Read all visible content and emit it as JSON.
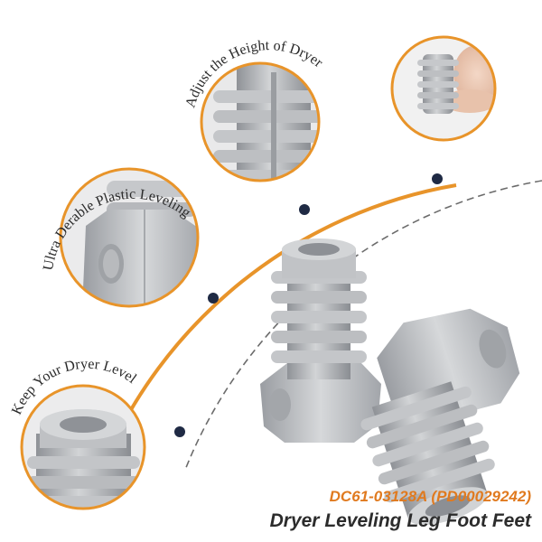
{
  "callouts": {
    "height": "Adjust the Height of Dryer",
    "durable": "Ultra Derable Plastic Leveling Leg",
    "level": "Keep Your Dryer Level"
  },
  "caption": {
    "model": "DC61-03128A (PD00029242)",
    "product": "Dryer Leveling Leg Foot Feet"
  },
  "colors": {
    "accent": "#e8942a",
    "dots": "#1f2a44",
    "plastic": "#b9bcbf",
    "plastic_dark": "#8e9196",
    "caption_model": "#e07a1f",
    "caption_product": "#2c2c2c"
  }
}
